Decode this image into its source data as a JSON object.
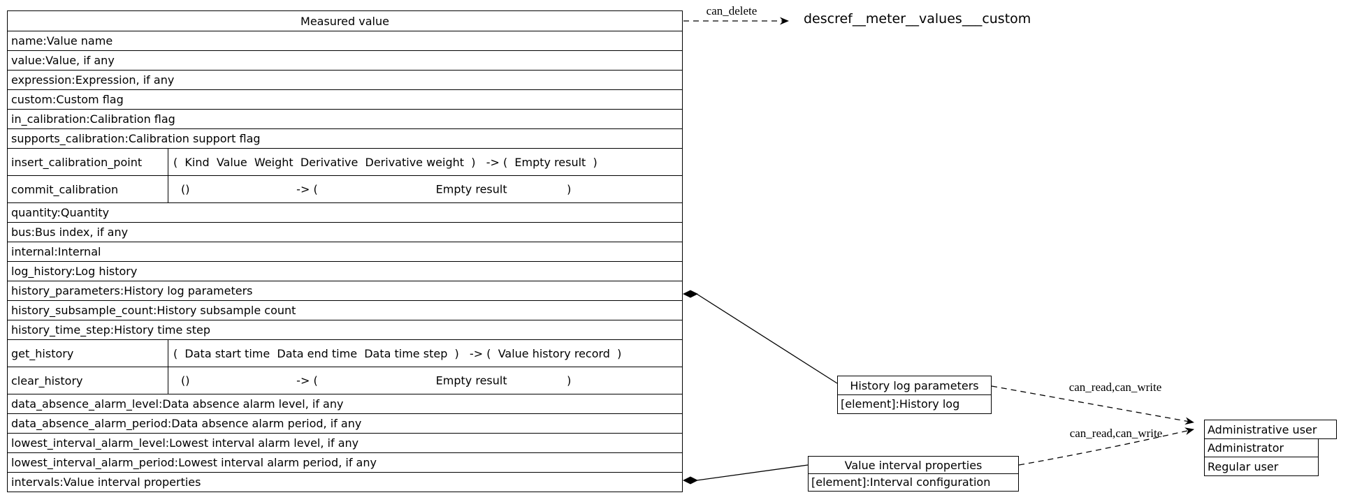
{
  "mv": {
    "title": "Measured value",
    "rows": [
      {
        "text": "name:Value name"
      },
      {
        "text": "value:Value, if any"
      },
      {
        "text": "expression:Expression, if any"
      },
      {
        "text": "custom:Custom flag"
      },
      {
        "text": "in_calibration:Calibration flag"
      },
      {
        "text": "supports_calibration:Calibration support flag"
      },
      {
        "name": "insert_calibration_point",
        "sig": "(  Kind  Value  Weight  Derivative  Derivative weight  )   -> (  Empty result  )"
      },
      {
        "name": "commit_calibration",
        "parts": [
          "()",
          "-> (",
          "Empty result",
          ")"
        ]
      },
      {
        "text": "quantity:Quantity"
      },
      {
        "text": "bus:Bus index, if any"
      },
      {
        "text": "internal:Internal"
      },
      {
        "text": "log_history:Log history"
      },
      {
        "text": "history_parameters:History log parameters"
      },
      {
        "text": "history_subsample_count:History subsample count"
      },
      {
        "text": "history_time_step:History time step"
      },
      {
        "name": "get_history",
        "sig": "(  Data start time  Data end time  Data time step  )   -> (  Value history record  )"
      },
      {
        "name": "clear_history",
        "parts": [
          "()",
          "-> (",
          "Empty result",
          ")"
        ]
      },
      {
        "text": "data_absence_alarm_level:Data absence alarm level, if any"
      },
      {
        "text": "data_absence_alarm_period:Data absence alarm period, if any"
      },
      {
        "text": "lowest_interval_alarm_level:Lowest interval alarm level, if any"
      },
      {
        "text": "lowest_interval_alarm_period:Lowest interval alarm period, if any"
      },
      {
        "text": "intervals:Value interval properties"
      }
    ]
  },
  "history_node": {
    "title": "History log parameters",
    "row": "[element]:History log"
  },
  "interval_node": {
    "title": "Value interval properties",
    "row": "[element]:Interval configuration"
  },
  "admin_node": {
    "title": "Administrative user",
    "rows": [
      "Administrator",
      "Regular user"
    ]
  },
  "labels": {
    "can_delete": "can_delete",
    "descref": "descref__meter__values___custom",
    "can_read_write_history": "can_read,can_write",
    "can_read_write_interval": "can_read,can_write"
  },
  "colors": {
    "line": "#000000",
    "background": "#ffffff",
    "text": "#000000"
  }
}
